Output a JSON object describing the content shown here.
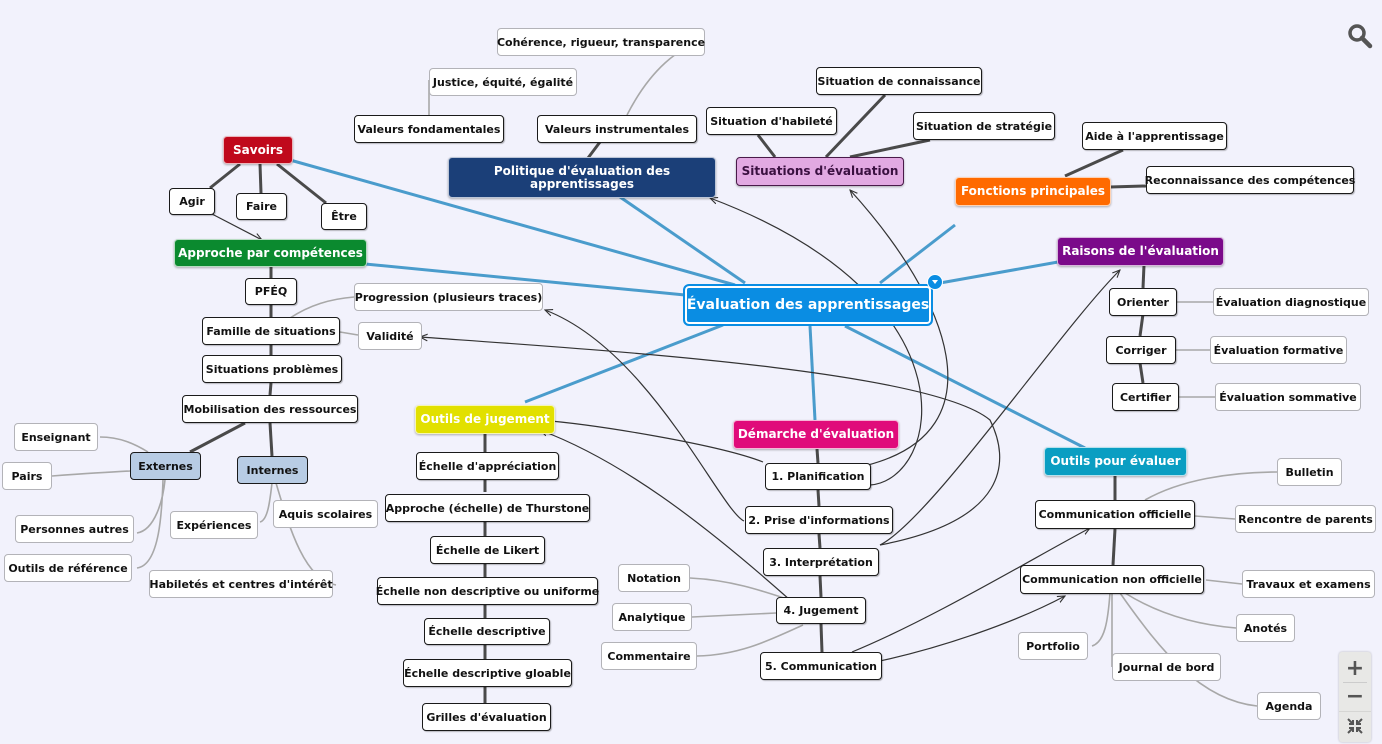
{
  "map": {
    "central": "Évaluation des apprentissages",
    "colors": {
      "central": "#0a8de3",
      "savoirs": "#c0091c",
      "approche": "#0b8a2f",
      "politique": "#1b3f78",
      "situations": "#e2a9e2",
      "fonctions": "#ff6a00",
      "raisons": "#7b0a8a",
      "outils_jugement": "#e2e000",
      "demarche": "#e00b7a",
      "outils_evaluer": "#0a9ec2",
      "branch_line": "#4a9ccc",
      "child_line": "#4a4a4a",
      "leaf_line": "#a8a8a8"
    },
    "savoirs": {
      "label": "Savoirs",
      "children": [
        "Agir",
        "Faire",
        "Être"
      ]
    },
    "approche": {
      "label": "Approche par compétences",
      "chain": [
        "PFÉQ",
        "Famille de situations",
        "Situations problèmes",
        "Mobilisation des ressources"
      ],
      "famille_leaves": [
        "Progression (plusieurs traces)",
        "Validité"
      ],
      "externes": {
        "label": "Externes",
        "leaves": [
          "Enseignant",
          "Pairs",
          "Personnes autres",
          "Outils de référence"
        ]
      },
      "internes": {
        "label": "Internes",
        "leaves": [
          "Expériences",
          "Aquis scolaires",
          "Habiletés et centres d'intérêt"
        ]
      }
    },
    "politique": {
      "label": "Politique d'évaluation des apprentissages",
      "children": [
        "Valeurs fondamentales",
        "Valeurs instrumentales"
      ],
      "leaves": [
        "Justice, équité, égalité",
        "Cohérence, rigueur, transparence"
      ]
    },
    "situations": {
      "label": "Situations d'évaluation",
      "children": [
        "Situation d'habileté",
        "Situation de connaissance",
        "Situation de stratégie"
      ]
    },
    "fonctions": {
      "label": "Fonctions principales",
      "children": [
        "Aide à l'apprentissage",
        "Reconnaissance des compétences"
      ]
    },
    "raisons": {
      "label": "Raisons de l'évaluation",
      "children": [
        "Orienter",
        "Corriger",
        "Certifier"
      ],
      "leaves": [
        "Évaluation diagnostique",
        "Évaluation formative",
        "Évaluation sommative"
      ]
    },
    "outils_jugement": {
      "label": "Outils de jugement",
      "children": [
        "Échelle d'appréciation",
        "Approche (échelle) de Thurstone",
        "Échelle de Likert",
        "Échelle non descriptive ou uniforme",
        "Échelle descriptive",
        "Échelle descriptive gloable",
        "Grilles d'évaluation"
      ]
    },
    "demarche": {
      "label": "Démarche d'évaluation",
      "steps": [
        "1. Planification",
        "2. Prise d'informations",
        "3. Interprétation",
        "4. Jugement",
        "5. Communication"
      ],
      "jugement_leaves": [
        "Notation",
        "Analytique",
        "Commentaire"
      ]
    },
    "outils_evaluer": {
      "label": "Outils pour évaluer",
      "children": [
        "Communication officielle",
        "Communication non officielle"
      ],
      "officielle_leaves": [
        "Bulletin",
        "Rencontre de parents"
      ],
      "non_officielle_leaves": [
        "Travaux et examens",
        "Anotés",
        "Portfolio",
        "Journal de bord",
        "Agenda"
      ]
    }
  },
  "controls": {
    "search_icon": "search-icon",
    "zoom_in_label": "+",
    "zoom_out_label": "−",
    "fit_icon": "fit-to-screen-icon",
    "collapse_icon": "collapse-toggle-icon"
  }
}
